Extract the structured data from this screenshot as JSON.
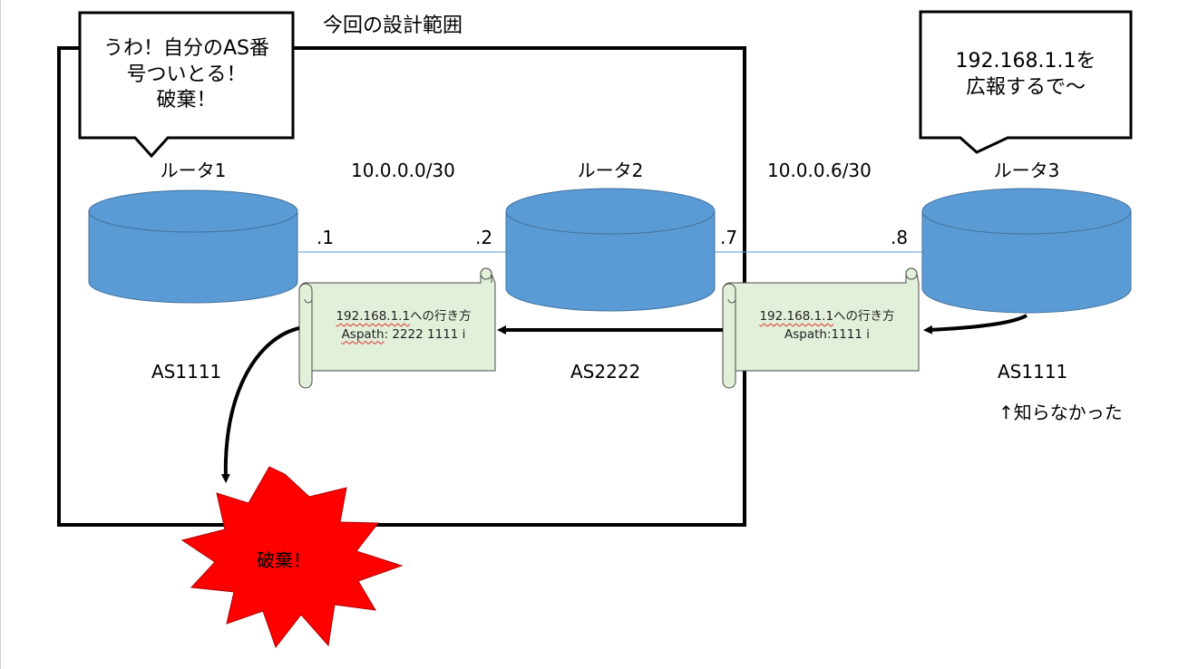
{
  "design_scope_label": "今回の設計範囲",
  "routers": {
    "router1": {
      "name": "ルータ1",
      "as": "AS1111"
    },
    "router2": {
      "name": "ルータ2",
      "as": "AS2222"
    },
    "router3": {
      "name": "ルータ3",
      "as": "AS1111",
      "note": "↑知らなかった"
    }
  },
  "links": {
    "link1": {
      "network": "10.0.0.0/30",
      "left_addr": ".1",
      "right_addr": ".2"
    },
    "link2": {
      "network": "10.0.0.6/30",
      "left_addr": ".7",
      "right_addr": ".8"
    }
  },
  "bubbles": {
    "router1": {
      "lines": [
        "うわ！自分のAS番",
        "号ついとる！",
        "破棄！"
      ]
    },
    "router3": {
      "lines": [
        "192.168.1.1を",
        "広報するで～"
      ]
    }
  },
  "scrolls": {
    "left": {
      "line1_prefix": "192.168.1.1",
      "line1_suffix": "への行き方",
      "line2_prefix": "Aspath",
      "line2_suffix": ": 2222 1111 i"
    },
    "right": {
      "line1_prefix": "192.168.1.1",
      "line1_suffix": "への行き方",
      "line2_prefix": "Aspath",
      "line2_suffix": ":1111 i"
    }
  },
  "discard_burst": {
    "label": "破棄！"
  },
  "colors": {
    "router_fill": "#5b9bd5",
    "router_stroke": "#41719c",
    "scroll_fill": "#e2efd9",
    "scroll_stroke": "#4a4a4a",
    "burst_fill": "#ff0000",
    "link_line": "#5b9bd5",
    "frame": "#000000"
  }
}
